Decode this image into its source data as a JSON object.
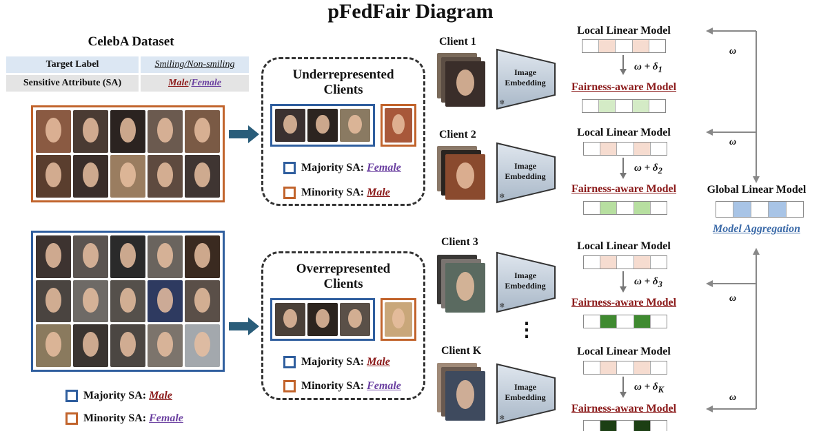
{
  "title": "pFedFair Diagram",
  "dataset": {
    "heading": "CelebA Dataset",
    "target_label_name": "Target Label",
    "target_label_value_a": "Smiling",
    "target_label_sep": "/",
    "target_label_value_b": "Non-smiling",
    "sa_name": "Sensitive Attribute (SA)",
    "sa_value_a": "Male",
    "sa_sep": "/",
    "sa_value_b": "Female"
  },
  "left_legend": {
    "majority_prefix": "Majority SA: ",
    "majority_value": "Male",
    "minority_prefix": "Minority SA: ",
    "minority_value": "Female"
  },
  "under_group": {
    "title_line1": "Underrepresented",
    "title_line2": "Clients",
    "majority_prefix": "Majority SA: ",
    "majority_value": "Female",
    "minority_prefix": "Minority SA: ",
    "minority_value": "Male"
  },
  "over_group": {
    "title_line1": "Overrepresented",
    "title_line2": "Clients",
    "majority_prefix": "Majority SA: ",
    "majority_value": "Male",
    "minority_prefix": "Minority SA: ",
    "minority_value": "Female"
  },
  "clients": [
    {
      "label": "Client 1",
      "embed1": "Image",
      "embed2": "Embedding",
      "local": "Local Linear Model",
      "delta": "ω + δ",
      "sub": "1",
      "fair": "Fairness-aware Model",
      "fair_color": "#d4ebc6"
    },
    {
      "label": "Client 2",
      "embed1": "Image",
      "embed2": "Embedding",
      "local": "Local Linear Model",
      "delta": "ω + δ",
      "sub": "2",
      "fair": "Fairness-aware Model",
      "fair_color": "#b7dfa0"
    },
    {
      "label": "Client 3",
      "embed1": "Image",
      "embed2": "Embedding",
      "local": "Local Linear Model",
      "delta": "ω + δ",
      "sub": "3",
      "fair": "Fairness-aware Model",
      "fair_color": "#3f8a30"
    },
    {
      "label": "Client K",
      "embed1": "Image",
      "embed2": "Embedding",
      "local": "Local Linear Model",
      "delta": "ω + δ",
      "sub": "K",
      "fair": "Fairness-aware Model",
      "fair_color": "#1c3f14"
    }
  ],
  "ellipsis": "⋮",
  "snowflake": "❄",
  "omega": "ω",
  "global": {
    "title": "Global Linear Model",
    "aggregation": "Model Aggregation"
  },
  "colors": {
    "blue": "#2f5e9e",
    "orange": "#c1632b",
    "local_cell": "#f6dcd0",
    "global_cell": "#a8c4e6",
    "dark_red": "#8b1a1a",
    "purple": "#6a3fa0",
    "link_blue": "#3b6aa8"
  }
}
